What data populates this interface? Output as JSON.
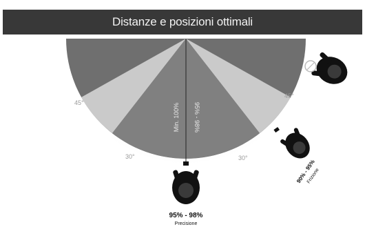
{
  "title": "Distanze e posizioni ottimali",
  "zones": {
    "outer_color": "#6f6f6f",
    "middle_color": "#c9c9c9",
    "inner_color": "#7c7c7c",
    "outer_wedge_color": "#d8d8d8"
  },
  "angle_labels": {
    "left_upper": "45°",
    "right_upper": "45°",
    "left_lower": "30°",
    "right_lower": "30°"
  },
  "distance_labels": {
    "left": "Min. 100%",
    "right": "95% - 98%"
  },
  "positions": {
    "bottom": {
      "percent": "95% - 98%",
      "label": "Precisione"
    },
    "right": {
      "percent": "90% - 95%",
      "label": "Frizione"
    }
  },
  "icons": [
    "player-top-view-icon",
    "tablet-icon"
  ]
}
